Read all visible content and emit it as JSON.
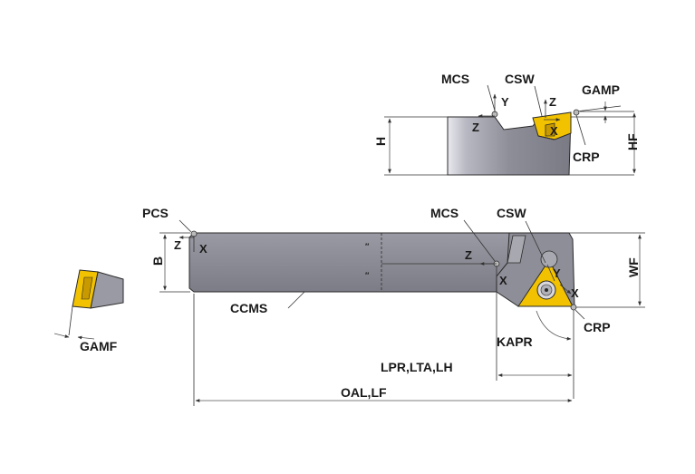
{
  "colors": {
    "body": "#8e8e98",
    "body_dark": "#6c6c76",
    "body_light": "#a8a8b0",
    "insert": "#f2c200",
    "insert_dark": "#c99a00",
    "outline": "#2a2a2a",
    "dim": "#555555"
  },
  "labels": {
    "mcs": "MCS",
    "csw": "CSW",
    "gamp": "GAMP",
    "crp": "CRP",
    "h": "H",
    "hf": "HF",
    "pcs": "PCS",
    "b": "B",
    "wf": "WF",
    "ccms": "CCMS",
    "kapr": "KAPR",
    "lpr": "LPR,LTA,LH",
    "oal": "OAL,LF",
    "gamf": "GAMF",
    "axis_x": "X",
    "axis_y": "Y",
    "axis_z": "Z"
  },
  "icons": {
    "coordinate_origin": "circle-marker-icon",
    "insert_screw": "torx-screw-icon"
  }
}
